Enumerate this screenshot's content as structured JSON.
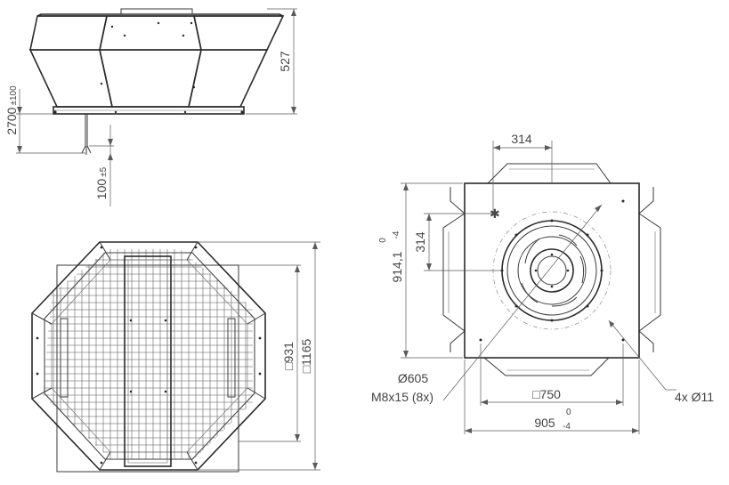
{
  "side_view": {
    "height_dim": "527",
    "mount_dim_value": "2700",
    "mount_dim_tol": "±100",
    "cable_dim_value": "100",
    "cable_dim_tol": "±5"
  },
  "top_view": {
    "inner_dim": "□931",
    "outer_dim": "□1165"
  },
  "base_view": {
    "offset_x": "314",
    "offset_y": "314",
    "height_dim": "914,1",
    "height_tol_upper": "0",
    "height_tol_lower": "-4",
    "circle_label": "Ø605",
    "bolt_label": "M8x15 (8x)",
    "square_dim": "□750",
    "width_dim": "905",
    "width_tol_upper": "0",
    "width_tol_lower": "-4",
    "hole_label": "4x  Ø11"
  }
}
